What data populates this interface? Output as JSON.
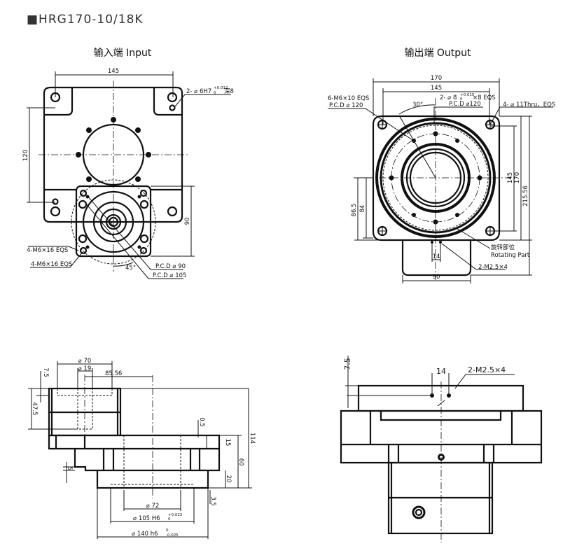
{
  "header": {
    "title": "■HRG170-10/18K"
  },
  "input_view": {
    "title": "输入端 Input",
    "dims": {
      "width": "145",
      "height": "120",
      "flange": "90",
      "angle": "45°"
    },
    "notes": {
      "dowel": "2- ⌀ 6H7",
      "dowel_tol_upper": "+0.012",
      "dowel_tol_lower": "0",
      "dowel_depth": "深8",
      "screw1": "4-M6×16 EQS",
      "screw2": "4-M6×16 EQS",
      "pcd90": "P.C.D  ⌀ 90",
      "pcd105": "P.C.D  ⌀ 105"
    }
  },
  "output_view": {
    "title": "输出端 Output",
    "dims": {
      "w170": "170",
      "w145": "145",
      "h145": "145",
      "h170": "170",
      "h21556": "215.56",
      "h865": "86.5",
      "h84": "84",
      "w14": "14",
      "w90": "90",
      "angle": "30°"
    },
    "notes": {
      "screw": "6-M6×10 EQS",
      "screw_pcd": "P.C.D  ⌀ 120",
      "pin": "2- ⌀ 8",
      "pin_tol_upper": "+0.015",
      "pin_tol_lower": "0",
      "pin_rest": "×8 EQS",
      "pin_pcd": "P.C.D  ⌀120",
      "thru": "4- ⌀ 11Thru，EQS",
      "rotating_cn": "旋转部位",
      "rotating_en": "Rotating Part",
      "tap": "2-M2.5×4"
    }
  },
  "side_view": {
    "dims": {
      "d70": "⌀ 70",
      "d19": "⌀ 19",
      "off": "85.56",
      "d75": "7.5",
      "d475": "47.5",
      "d05": "0.5",
      "d15": "15",
      "d60": "60",
      "d114": "114",
      "d20": "20",
      "d35": "3.5",
      "d5": "5",
      "d72": "⌀ 72",
      "d105": "⌀ 105 H6",
      "d105_up": "+0.022",
      "d105_lo": "0",
      "d140": "⌀ 140 h6",
      "d140_up": "0",
      "d140_lo": "-0.025"
    }
  },
  "front_view": {
    "dims": {
      "d75": "7.5",
      "d14": "14",
      "tap": "2-M2.5×4"
    }
  }
}
